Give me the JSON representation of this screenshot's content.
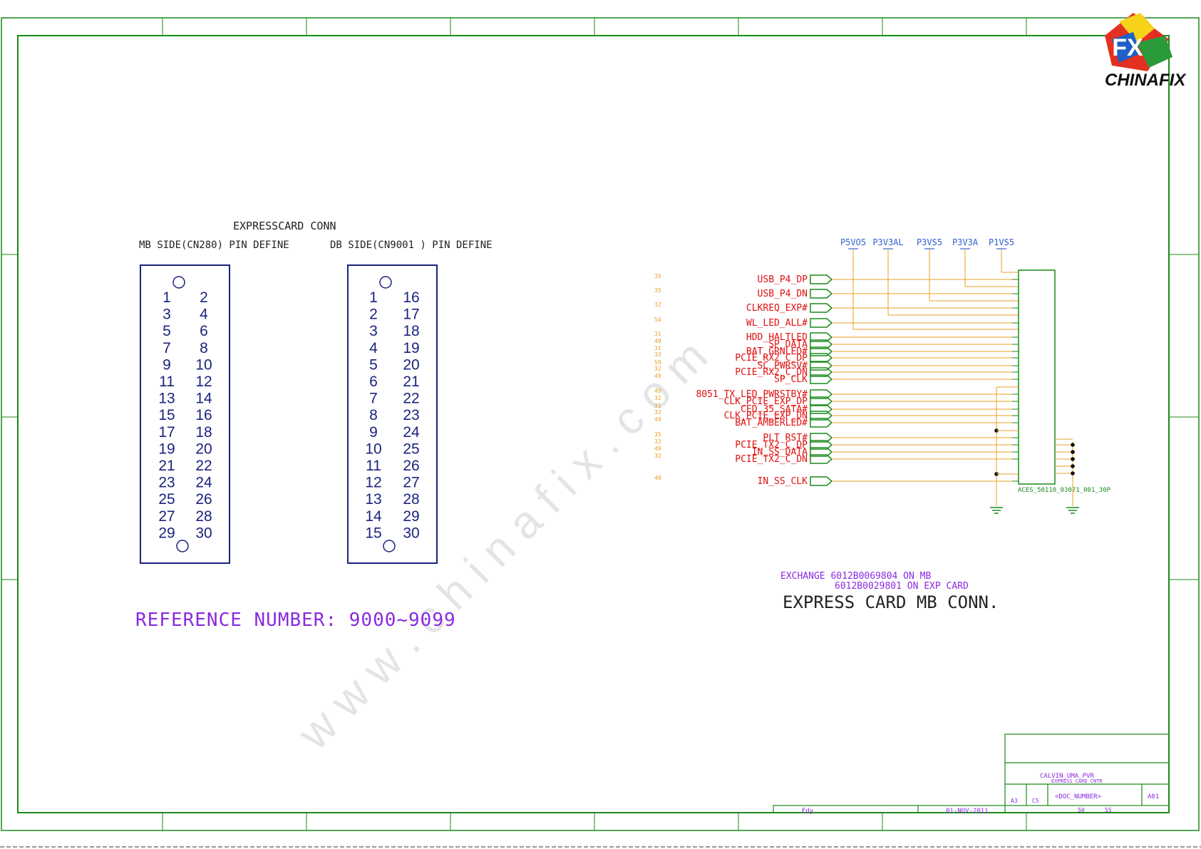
{
  "watermark": "w w w . c h i n a f i x . c o m",
  "logo": {
    "text": "CHINAFIX",
    "icon": "chinafix-logo-icon"
  },
  "pinout": {
    "title": "EXPRESSCARD CONN",
    "mb_label": "MB SIDE(CN280) PIN DEFINE",
    "db_label": "DB SIDE(CN9001 ) PIN DEFINE",
    "mb_left": [
      "1",
      "3",
      "5",
      "7",
      "9",
      "11",
      "13",
      "15",
      "17",
      "19",
      "21",
      "23",
      "25",
      "27",
      "29"
    ],
    "mb_right": [
      "2",
      "4",
      "6",
      "8",
      "10",
      "12",
      "14",
      "16",
      "18",
      "20",
      "22",
      "24",
      "26",
      "28",
      "30"
    ],
    "db_left": [
      "1",
      "2",
      "3",
      "4",
      "5",
      "6",
      "7",
      "8",
      "9",
      "10",
      "11",
      "12",
      "13",
      "14",
      "15"
    ],
    "db_right": [
      "16",
      "17",
      "18",
      "19",
      "20",
      "21",
      "22",
      "23",
      "24",
      "25",
      "26",
      "27",
      "28",
      "29",
      "30"
    ]
  },
  "reference_number": "REFERENCE NUMBER: 9000~9099",
  "power_rails": [
    "P5VO5",
    "P3V3AL",
    "P3VS5",
    "P3V3A",
    "P1VS5"
  ],
  "signals": [
    {
      "page": "35",
      "name": "USB_P4_DP"
    },
    {
      "page": "35",
      "name": "USB_P4_DN"
    },
    {
      "page": "32",
      "name": "CLKREQ_EXP#"
    },
    {
      "page": "54",
      "name": "WL_LED_ALL#"
    },
    {
      "page": "31",
      "name": "HDD_HALTLED"
    },
    {
      "page": "49",
      "name": "SP_DATA"
    },
    {
      "page": "31",
      "name": "BAT_GRNLED#"
    },
    {
      "page": "32",
      "name": "PCIE_RX2_C_DP"
    },
    {
      "page": "59",
      "name": "SC_PWRSV#"
    },
    {
      "page": "32",
      "name": "PCIE_RX2_C_DN"
    },
    {
      "page": "49",
      "name": "SP_CLK"
    },
    {
      "page": "49",
      "name": "8051_TX_LED_PWRSTBY#"
    },
    {
      "page": "32",
      "name": "CLK_PCIE_EXP_DP"
    },
    {
      "page": "31",
      "name": "CED_35_SATA#"
    },
    {
      "page": "32",
      "name": "CLK_PCIE_EXP_DN"
    },
    {
      "page": "49",
      "name": "BAT_AMBERLED#"
    },
    {
      "page": "35",
      "name": "PLT_RST#"
    },
    {
      "page": "32",
      "name": "PCIE_TX2_C_DP"
    },
    {
      "page": "49",
      "name": "IN_SS_DATA"
    },
    {
      "page": "32",
      "name": "PCIE_TX2_C_DN"
    },
    {
      "page": "49",
      "name": "IN_SS_CLK"
    }
  ],
  "connector_part": "ACES_50110_03071_001_30P",
  "exchange_line1": "EXCHANGE 6012B0069804 ON MB",
  "exchange_line2": "6012B0029801 ON EXP CARD",
  "section_title": "EXPRESS CARD MB CONN.",
  "title_block": {
    "project": "CALVIN_UMA_PVR",
    "sheet_title": "EXPRESS CARD CNTR",
    "size_a": "A3",
    "size_b": "C5",
    "doc_number": "<DOC_NUMBER>",
    "rev": "A01",
    "sheet": "50",
    "of": "55",
    "editor": "Edy",
    "date": "01-NOV-2011"
  },
  "colors": {
    "frame": "#1a8a1a",
    "purple": "#8a2be2",
    "red": "#e01010",
    "orange": "#e8a020",
    "blue": "#3060d0",
    "navy": "#1a237e"
  }
}
